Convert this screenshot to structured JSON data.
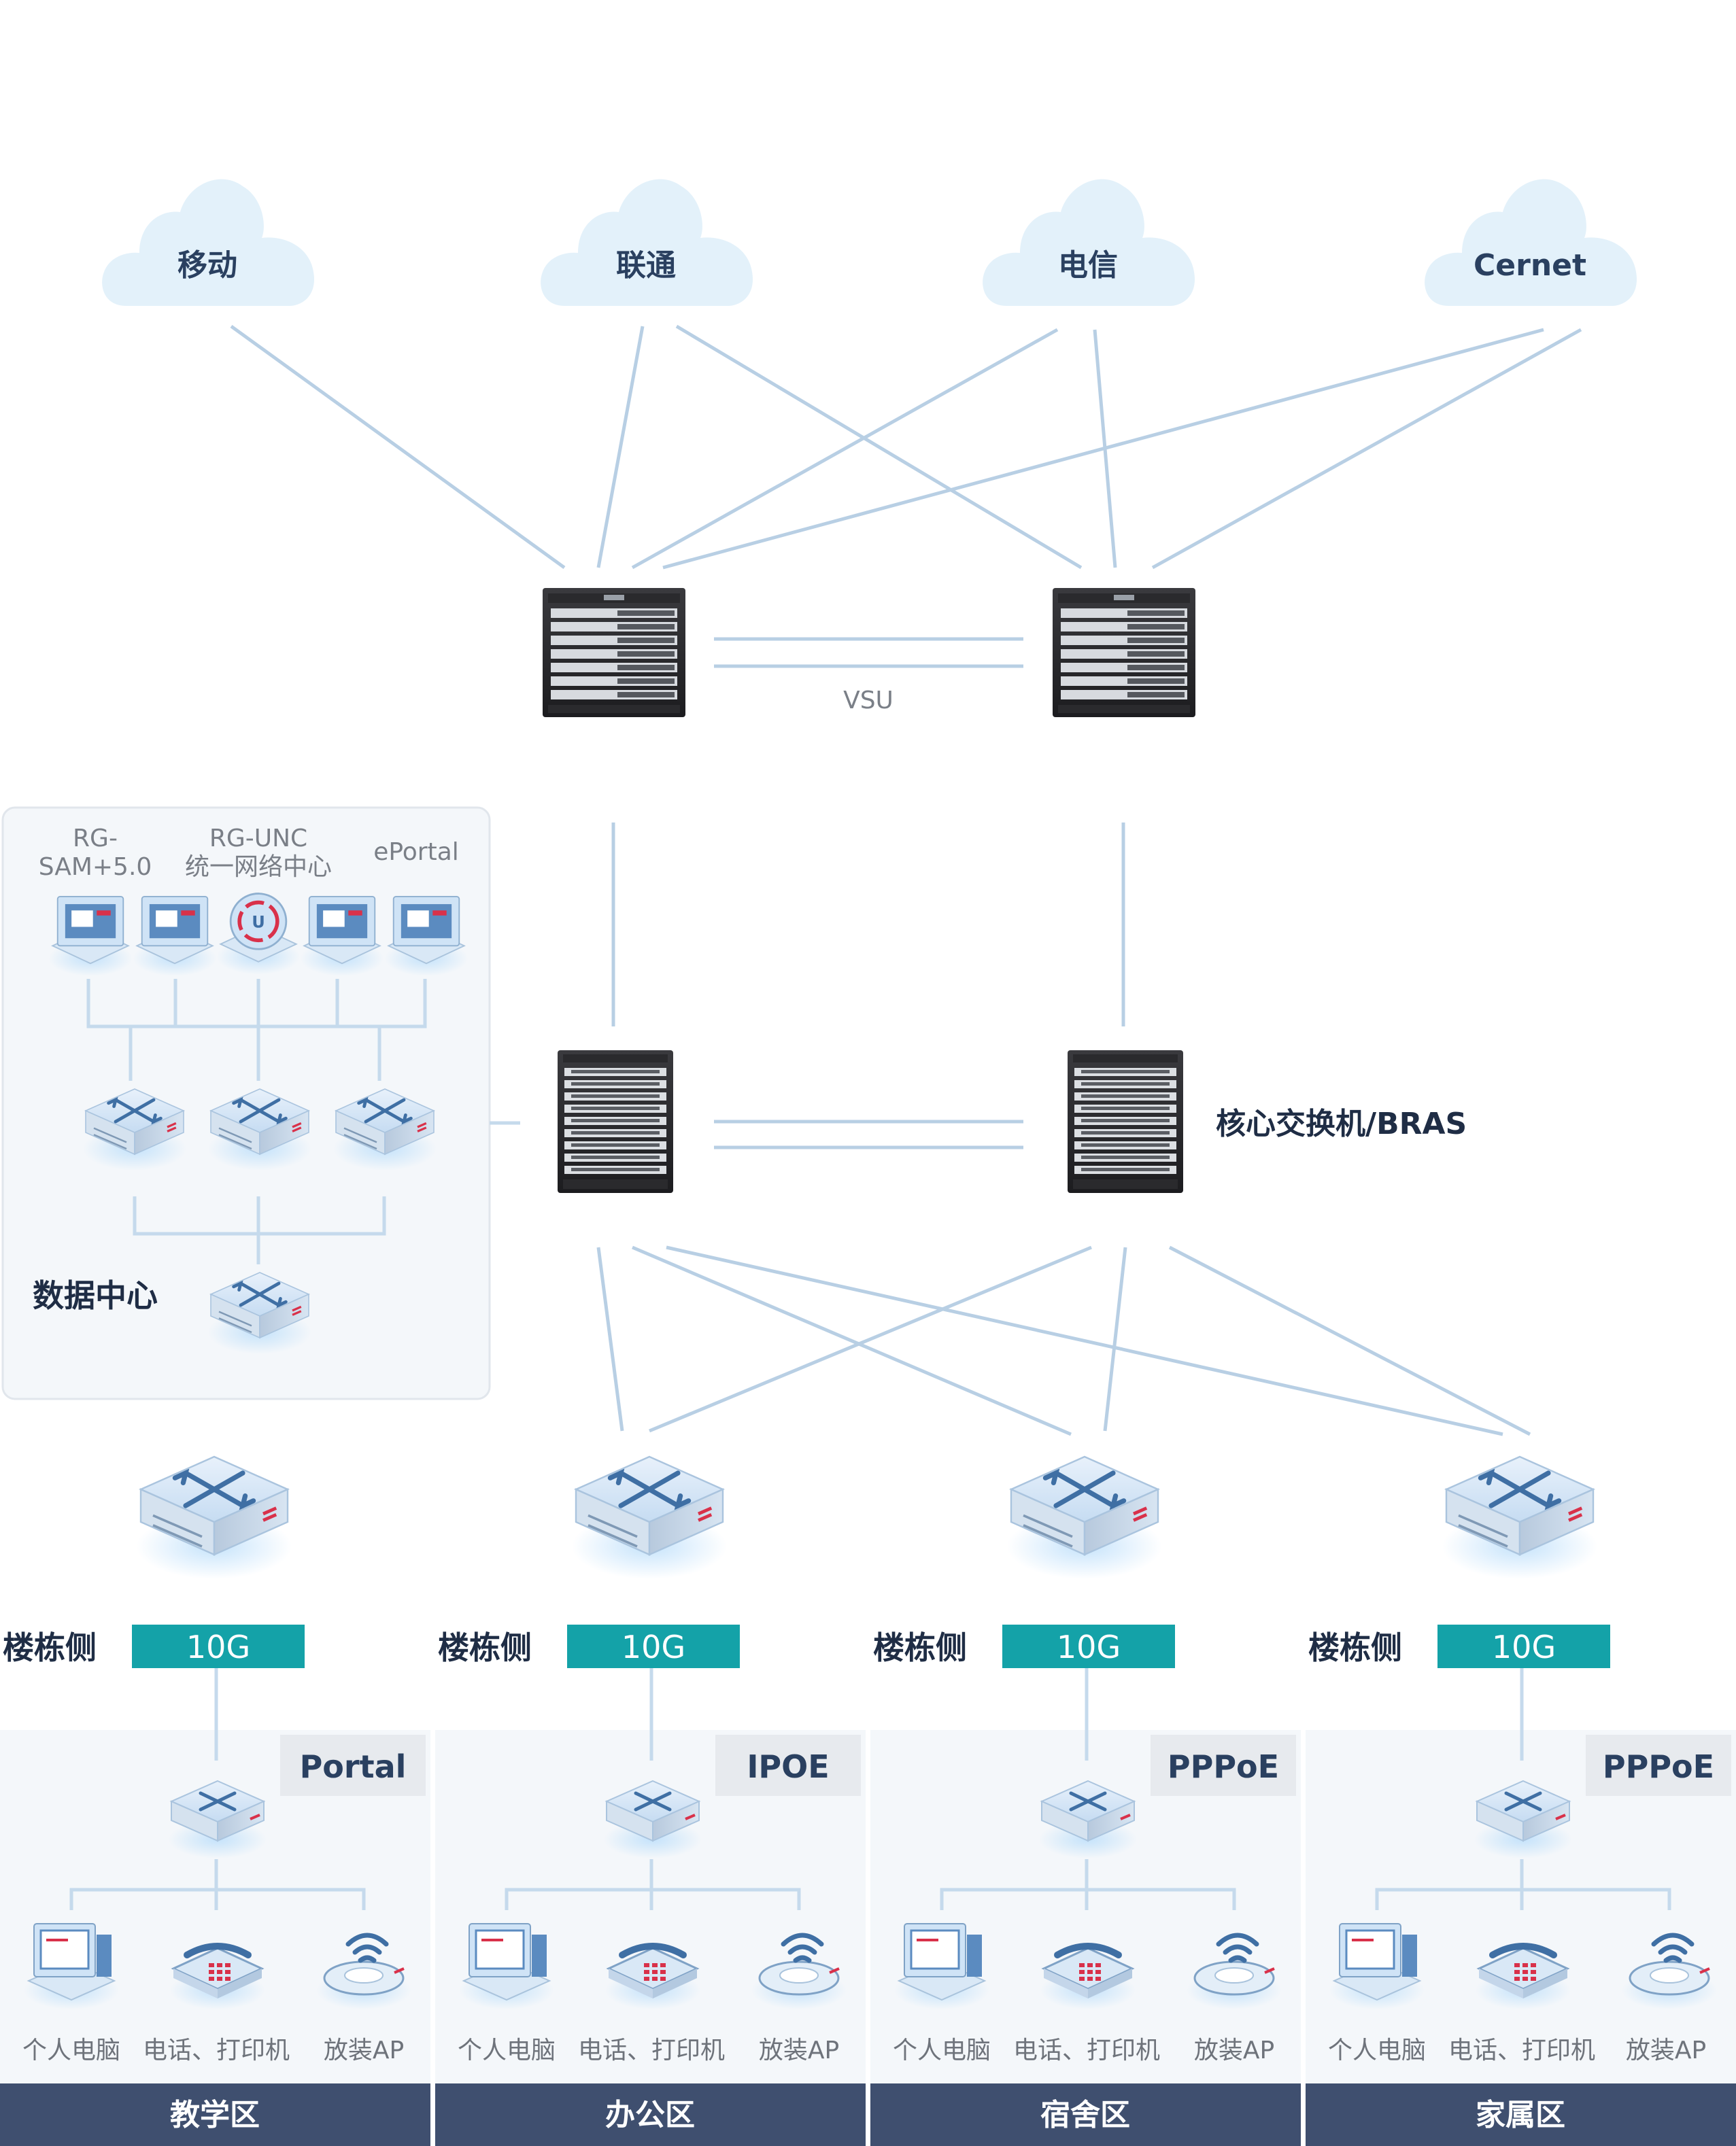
{
  "clouds": [
    {
      "label": "移动"
    },
    {
      "label": "联通"
    },
    {
      "label": "电信"
    },
    {
      "label": "Cernet"
    }
  ],
  "vsu_label": "VSU",
  "core_label": "核心交换机/BRAS",
  "datacenter": {
    "title": "数据中心",
    "server_labels": {
      "sam_line1": "RG-",
      "sam_line2": "SAM+5.0",
      "unc_line1": "RG-UNC",
      "unc_line2": "统一网络中心",
      "eportal": "ePortal"
    }
  },
  "buildings": [
    {
      "side_label": "楼栋侧",
      "speed": "10G",
      "auth": "Portal",
      "zone": "教学区"
    },
    {
      "side_label": "楼栋侧",
      "speed": "10G",
      "auth": "IPOE",
      "zone": "办公区"
    },
    {
      "side_label": "楼栋侧",
      "speed": "10G",
      "auth": "PPPoE",
      "zone": "宿舍区"
    },
    {
      "side_label": "楼栋侧",
      "speed": "10G",
      "auth": "PPPoE",
      "zone": "家属区"
    }
  ],
  "device_labels": {
    "pc": "个人电脑",
    "phone": "电话、打印机",
    "ap": "放装AP"
  },
  "colors": {
    "cloud": "#e3f1fa",
    "link": "#b8cfe4",
    "tag": "#14a2a8",
    "zone_bar": "#3f4f6f",
    "auth_badge": "#e7eaee",
    "panel": "#f4f7fa",
    "accent_red": "#d9314a"
  }
}
